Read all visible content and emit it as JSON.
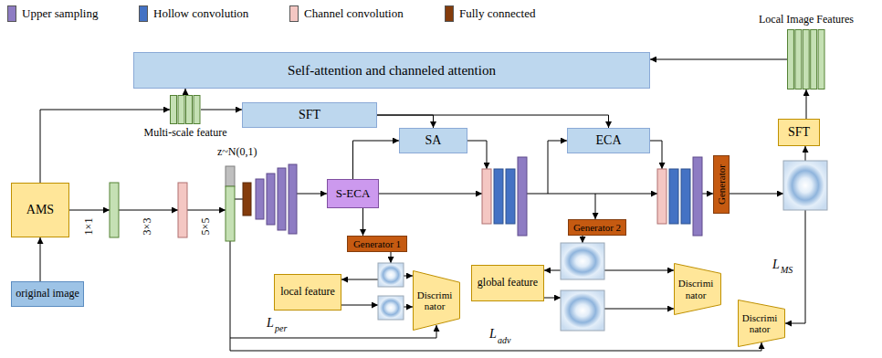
{
  "diagram": {
    "nodes": [
      {
        "text": [
          "Self-attention and channeled attention"
        ]
      },
      {
        "text": [
          "Local Image Features"
        ]
      },
      {
        "text": [
          "Multi-scale feature"
        ]
      },
      {
        "text": [
          "SFT"
        ]
      },
      {
        "text": [
          "SA"
        ]
      },
      {
        "text": [
          "ECA"
        ]
      },
      {
        "text": [
          "SFT"
        ]
      },
      {
        "text": [
          "AMS"
        ]
      },
      {
        "text": [
          "S-ECA"
        ]
      },
      {
        "text": [
          "Generator"
        ]
      },
      {
        "text": [
          "Generator 1"
        ]
      },
      {
        "text": [
          "Generator 2"
        ]
      },
      {
        "text": [
          "original image"
        ]
      },
      {
        "text": [
          "local feature"
        ]
      },
      {
        "text": [
          "Discrimi nator"
        ]
      },
      {
        "text": [
          "global feature"
        ]
      },
      {
        "text": [
          "Discrimi nator"
        ]
      },
      {
        "text": [
          "Discrimi nator"
        ]
      }
    ],
    "edges": [
      {
        "from": 12,
        "to": 7,
        "arrow": "to"
      },
      {
        "from": 7,
        "to": 2,
        "arrow": "to"
      },
      {
        "from": 2,
        "to": 0,
        "arrow": "to"
      },
      {
        "from": 2,
        "to": 3,
        "arrow": "to"
      },
      {
        "from": 3,
        "to": 4,
        "arrow": "to"
      },
      {
        "from": 3,
        "to": 5,
        "arrow": "to"
      },
      {
        "from": 8,
        "to": 4,
        "arrow": "to"
      },
      {
        "from": 8,
        "to": 10,
        "arrow": "to"
      },
      {
        "from": 6,
        "to": 1,
        "arrow": "to"
      },
      {
        "from": 1,
        "to": 0,
        "arrow": "to"
      }
    ],
    "labels": [
      "1×1",
      "3×3",
      "5×5",
      "z~N(0,1)",
      "L",
      "per",
      "L",
      "adv",
      "L",
      "MS"
    ],
    "legend": [
      {
        "text": "Upper sampling",
        "color": "#8e7cc3"
      },
      {
        "text": "Hollow convolution",
        "color": "#4472c4"
      },
      {
        "text": "Channel convolution",
        "color": "#f4c7c3"
      },
      {
        "text": "Fully connected",
        "color": "#843c0c"
      }
    ]
  }
}
